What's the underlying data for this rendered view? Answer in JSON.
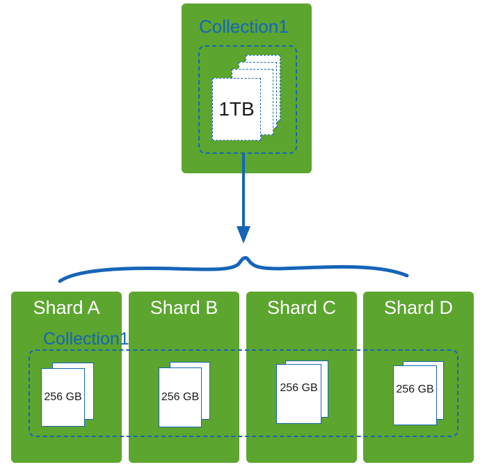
{
  "source": {
    "collection_label": "Collection1",
    "size_label": "1TB"
  },
  "target": {
    "collection_label": "Collection1",
    "shards": [
      {
        "name": "Shard A",
        "size_label": "256 GB"
      },
      {
        "name": "Shard B",
        "size_label": "256 GB"
      },
      {
        "name": "Shard C",
        "size_label": "256 GB"
      },
      {
        "name": "Shard D",
        "size_label": "256 GB"
      }
    ]
  },
  "colors": {
    "box_green": "#5ca52f",
    "accent_blue": "#1565b8",
    "page_white": "#ffffff"
  }
}
